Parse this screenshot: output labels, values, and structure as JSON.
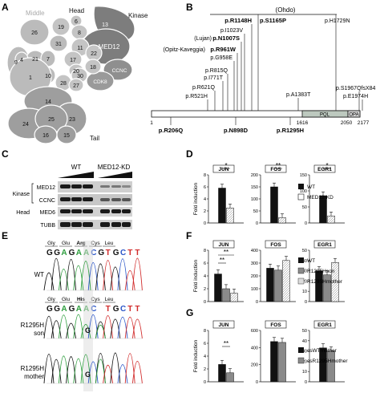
{
  "panel_labels": {
    "a": "A",
    "b": "B",
    "c": "C",
    "d": "D",
    "e": "E",
    "f": "F",
    "g": "G"
  },
  "panel_a": {
    "module_labels": {
      "middle": "Middle",
      "head": "Head",
      "kinase": "Kinase",
      "tail": "Tail"
    },
    "subunits": [
      "26",
      "19",
      "6",
      "8",
      "13",
      "4",
      "21",
      "31",
      "7",
      "10",
      "17",
      "11",
      "18",
      "22",
      "20",
      "28",
      "27",
      "30",
      "MED12",
      "CCNC",
      "CDK8",
      "1",
      "14",
      "23",
      "24",
      "25",
      "16",
      "15",
      "9"
    ]
  },
  "panel_b": {
    "ohdo": "(Ohdo)",
    "mutations_above": [
      "p.R1148H",
      "p.S1165P",
      "p.H1729N",
      "p.I1023V",
      "p.N1007S",
      "p.R961W",
      "p.G958E",
      "p.R815Q",
      "p.I771T",
      "p.R621Q",
      "p.R521H",
      "p.A1383T",
      "p.S1967QfsX84",
      "p.E1974H"
    ],
    "lujan": "(Lujan)",
    "opitz": "(Opitz-Kaveggia)",
    "mutations_below": [
      "p.R206Q",
      "p.N898D",
      "p.R1295H"
    ],
    "domains": {
      "pql": "PQL",
      "opa": "OPA"
    },
    "positions": [
      "1",
      "1616",
      "2050",
      "2177"
    ]
  },
  "panel_c": {
    "conditions": [
      "WT",
      "MED12-KD"
    ],
    "groups": {
      "kinase": "Kinase",
      "head": "Head"
    },
    "bands": [
      "MED12",
      "CCNC",
      "MED6",
      "TUBB"
    ]
  },
  "panel_d": {
    "genes": [
      "JUN",
      "FOS",
      "EGR1"
    ],
    "legend": [
      "WT",
      "MED12-KD"
    ],
    "ylabel": "Fold induction",
    "ticks": [
      [
        "8",
        "6",
        "4",
        "2",
        "0"
      ],
      [
        "200",
        "150",
        "100",
        "50",
        "0"
      ],
      [
        "150",
        "100",
        "50",
        "0"
      ]
    ],
    "sig": [
      "*",
      "**",
      "*"
    ]
  },
  "panel_e": {
    "aa_wt": [
      "Gly",
      "Glu",
      "Arg",
      "Cys",
      "Leu"
    ],
    "aa_mut": [
      "Gly",
      "Glu",
      "His",
      "Cys",
      "Leu"
    ],
    "seq": [
      "G",
      "G",
      "A",
      "G",
      "A",
      "A",
      "C",
      "G",
      "T",
      "G",
      "C",
      "T",
      "T"
    ],
    "rows": [
      "WT",
      "R1295H son",
      "R1295H mother"
    ],
    "mut_base": "G"
  },
  "panel_f": {
    "genes": [
      "JUN",
      "FOS",
      "EGR1"
    ],
    "legend": [
      "WT",
      "R1295Hson",
      "R1295Hmother"
    ],
    "ylabel": "Fold induction",
    "ticks": [
      [
        "8",
        "6",
        "4",
        "2",
        "0"
      ],
      [
        "400",
        "300",
        "200",
        "100",
        "0"
      ],
      [
        "50",
        "40",
        "30",
        "20",
        "10",
        "0"
      ]
    ],
    "sig": [
      "**",
      "**"
    ]
  },
  "panel_g": {
    "genes": [
      "JUN",
      "FOS",
      "EGR1"
    ],
    "legend": [
      "csWTmother",
      "csR1295Hmother"
    ],
    "ylabel": "Fold induction",
    "ticks": [
      [
        "8",
        "6",
        "4",
        "2",
        "0"
      ],
      [
        "600",
        "400",
        "200",
        "0"
      ],
      [
        "50",
        "40",
        "30",
        "20",
        "10",
        "0"
      ]
    ],
    "sig": [
      "**"
    ]
  },
  "chart_data": [
    {
      "type": "bar",
      "title": "",
      "categories": [
        "JUN",
        "FOS",
        "EGR1"
      ],
      "series": [
        {
          "name": "WT",
          "values": [
            5.8,
            150,
            85
          ]
        },
        {
          "name": "MED12-KD",
          "values": [
            2.5,
            22,
            22
          ]
        }
      ],
      "ylabel": "Fold induction",
      "ylims": [
        [
          0,
          8
        ],
        [
          0,
          200
        ],
        [
          0,
          150
        ]
      ]
    },
    {
      "type": "bar",
      "title": "",
      "categories": [
        "JUN",
        "FOS",
        "EGR1"
      ],
      "series": [
        {
          "name": "WT",
          "values": [
            4.3,
            260,
            30
          ]
        },
        {
          "name": "R1295Hson",
          "values": [
            2.0,
            245,
            26
          ]
        },
        {
          "name": "R1295Hmother",
          "values": [
            1.3,
            320,
            38
          ]
        }
      ],
      "ylabel": "Fold induction",
      "ylims": [
        [
          0,
          8
        ],
        [
          0,
          400
        ],
        [
          0,
          50
        ]
      ]
    },
    {
      "type": "bar",
      "title": "",
      "categories": [
        "JUN",
        "FOS",
        "EGR1"
      ],
      "series": [
        {
          "name": "csWTmother",
          "values": [
            2.7,
            470,
            33
          ]
        },
        {
          "name": "csR1295Hmother",
          "values": [
            1.4,
            460,
            30
          ]
        }
      ],
      "ylabel": "Fold induction",
      "ylims": [
        [
          0,
          8
        ],
        [
          0,
          600
        ],
        [
          0,
          50
        ]
      ]
    }
  ]
}
